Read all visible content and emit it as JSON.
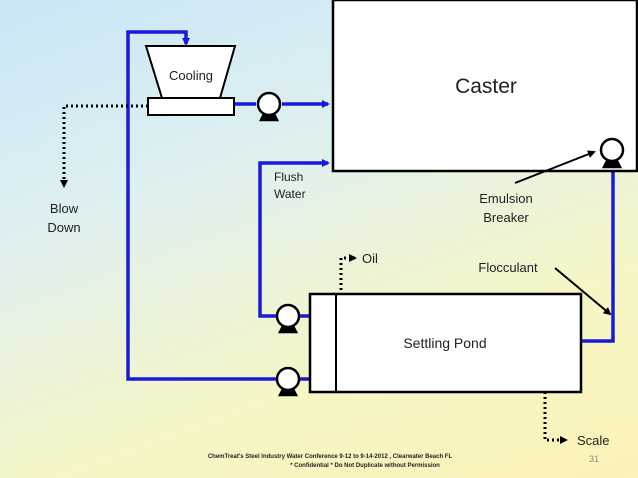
{
  "labels": {
    "caster": "Caster",
    "cooling": "Cooling",
    "blow_down_1": "Blow",
    "blow_down_2": "Down",
    "flush_water_1": "Flush",
    "flush_water_2": "Water",
    "emulsion_breaker_1": "Emulsion",
    "emulsion_breaker_2": "Breaker",
    "oil": "Oil",
    "flocculant": "Flocculant",
    "settling_pond": "Settling Pond",
    "scale": "Scale"
  },
  "footer": {
    "line1": "ChemTreat's Steel Industry Water Conference 9-12 to 9-14-2012 , Clearwater Beach FL",
    "line2": "* Confidential  * Do Not Duplicate without Permission",
    "page_number": "31"
  },
  "colors": {
    "flow_line": "#1a1adb",
    "outline": "#000000",
    "text": "#222222"
  }
}
